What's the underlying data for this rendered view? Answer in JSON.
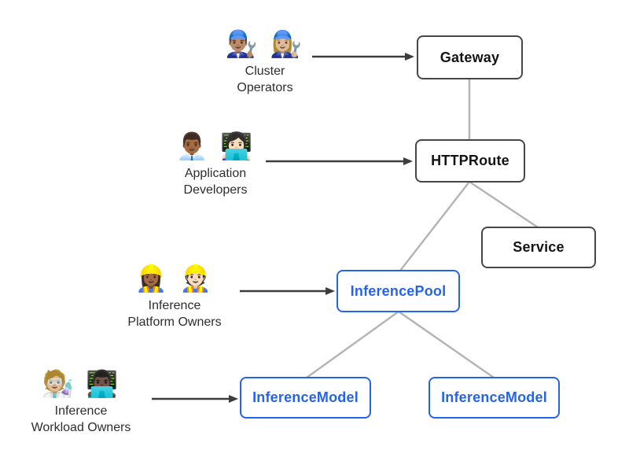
{
  "diagram": {
    "personas": [
      {
        "id": "cluster-operators",
        "emoji": "👨🏽‍🔧 👩🏼‍🔧",
        "label_line1": "Cluster",
        "label_line2": "Operators"
      },
      {
        "id": "app-developers",
        "emoji": "👨🏾‍💼 👩🏻‍💻",
        "label_line1": "Application",
        "label_line2": "Developers"
      },
      {
        "id": "platform-owners",
        "emoji": "👷🏾‍♀️ 👷🏻",
        "label_line1": "Inference",
        "label_line2": "Platform Owners"
      },
      {
        "id": "workload-owners",
        "emoji": "🧑🏼‍🔬 👨🏿‍💻",
        "label_line1": "Inference",
        "label_line2": "Workload Owners"
      }
    ],
    "nodes": {
      "gateway": {
        "label": "Gateway"
      },
      "httproute": {
        "label": "HTTPRoute"
      },
      "service": {
        "label": "Service"
      },
      "inferencepool": {
        "label": "InferencePool"
      },
      "inferencemodel_left": {
        "label": "InferenceModel"
      },
      "inferencemodel_right": {
        "label": "InferenceModel"
      }
    },
    "edges": [
      {
        "from": "cluster-operators",
        "to": "gateway",
        "style": "arrow-dark"
      },
      {
        "from": "app-developers",
        "to": "httproute",
        "style": "arrow-dark"
      },
      {
        "from": "platform-owners",
        "to": "inferencepool",
        "style": "arrow-dark"
      },
      {
        "from": "workload-owners",
        "to": "inferencemodel_left",
        "style": "arrow-dark"
      },
      {
        "from": "gateway",
        "to": "httproute",
        "style": "line-gray"
      },
      {
        "from": "httproute",
        "to": "inferencepool",
        "style": "line-gray"
      },
      {
        "from": "httproute",
        "to": "service",
        "style": "line-gray"
      },
      {
        "from": "inferencepool",
        "to": "inferencemodel_left",
        "style": "line-gray"
      },
      {
        "from": "inferencepool",
        "to": "inferencemodel_right",
        "style": "line-gray"
      }
    ],
    "colors": {
      "node_border_dark": "#474747",
      "node_text_dark": "#141414",
      "node_accent_blue": "#2563eb",
      "connector_gray": "#b5b5b5",
      "arrow_dark": "#3d3d3d",
      "background": "#ffffff"
    }
  }
}
